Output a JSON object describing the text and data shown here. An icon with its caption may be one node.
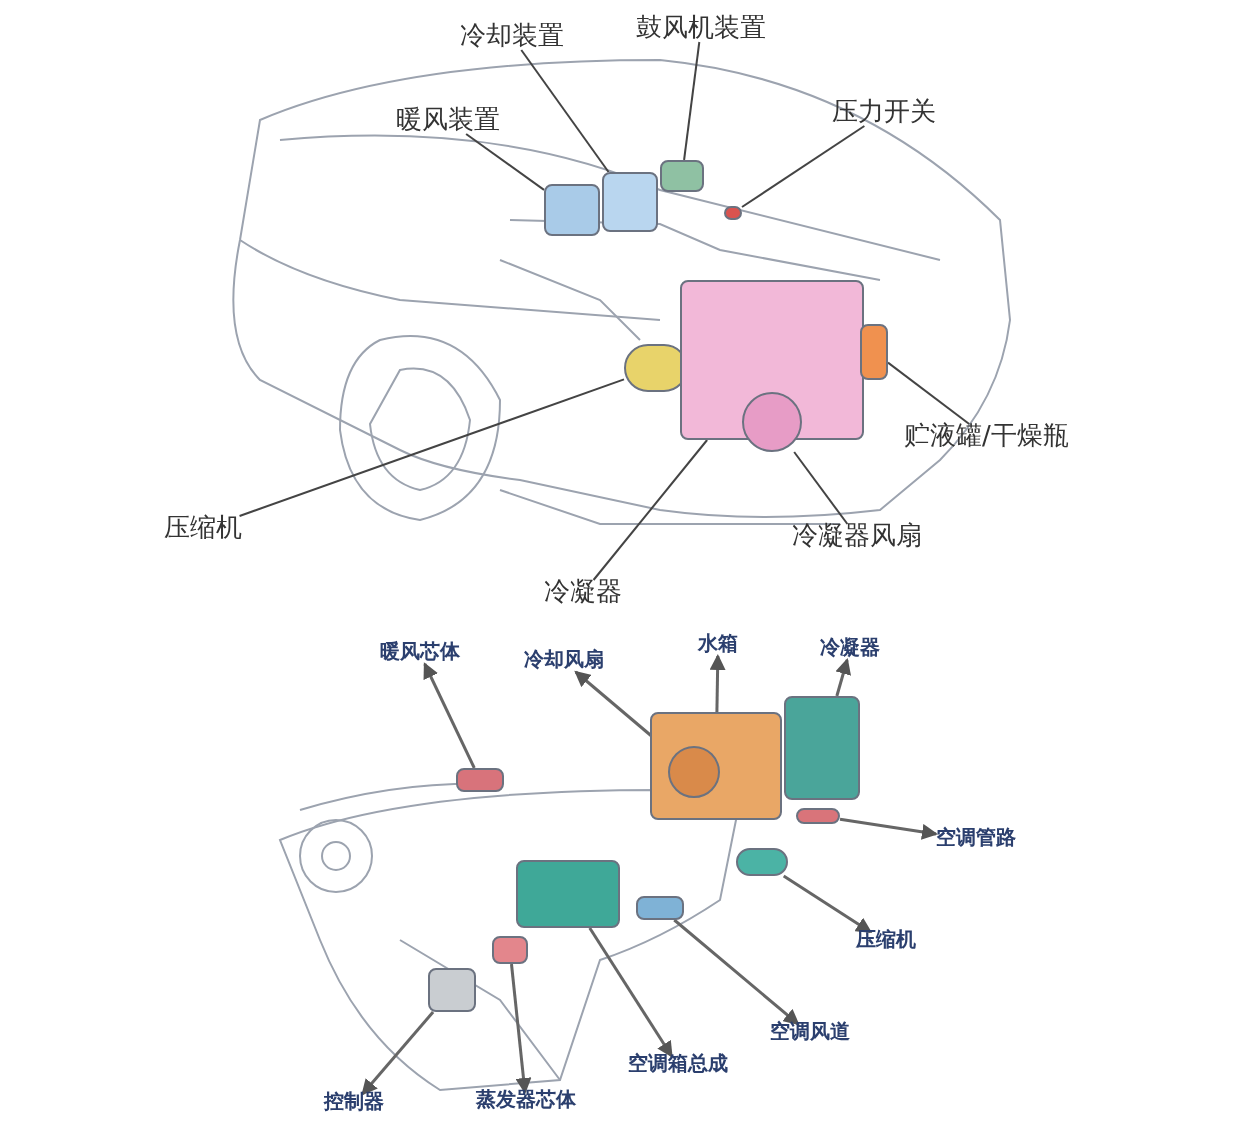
{
  "diagram": {
    "nodes": [
      {
        "text": [
          "冷却装置"
        ]
      },
      {
        "text": [
          "鼓风机装置"
        ]
      },
      {
        "text": [
          "暖风装置"
        ]
      },
      {
        "text": [
          "压力开关"
        ]
      },
      {
        "text": [
          "贮液罐/干燥瓶"
        ]
      },
      {
        "text": [
          "冷凝器风扇"
        ]
      },
      {
        "text": [
          "冷凝器"
        ]
      },
      {
        "text": [
          "压缩机"
        ]
      },
      {
        "text": [],
        "shape": "box"
      },
      {
        "text": [],
        "shape": "box"
      },
      {
        "text": [],
        "shape": "box"
      },
      {
        "text": [],
        "shape": "box"
      },
      {
        "text": [],
        "shape": "circle"
      },
      {
        "text": [],
        "shape": "box"
      },
      {
        "text": [],
        "shape": "circle",
        "in": 13
      },
      {
        "text": [],
        "shape": "box"
      },
      {
        "text": [
          "暖风芯体"
        ]
      },
      {
        "text": [
          "冷却风扇"
        ]
      },
      {
        "text": [
          "水箱"
        ]
      },
      {
        "text": [
          "冷凝器"
        ]
      },
      {
        "text": [
          "空调管路"
        ]
      },
      {
        "text": [
          "压缩机"
        ]
      },
      {
        "text": [
          "空调风道"
        ]
      },
      {
        "text": [
          "空调箱总成"
        ]
      },
      {
        "text": [
          "蒸发器芯体"
        ]
      },
      {
        "text": [
          "控制器"
        ]
      },
      {
        "text": [],
        "shape": "box"
      },
      {
        "text": [],
        "shape": "box"
      },
      {
        "text": [],
        "shape": "circle",
        "in": 27
      },
      {
        "text": [],
        "shape": "box"
      },
      {
        "text": [],
        "shape": "box"
      },
      {
        "text": [],
        "shape": "circle"
      },
      {
        "text": [],
        "shape": "box"
      },
      {
        "text": [],
        "shape": "box"
      },
      {
        "text": [],
        "shape": "box"
      },
      {
        "text": [],
        "shape": "box"
      }
    ],
    "edges": [
      {
        "from": 0,
        "to": 9,
        "arrow": "none"
      },
      {
        "from": 1,
        "to": 10,
        "arrow": "none"
      },
      {
        "from": 2,
        "to": 8,
        "arrow": "none"
      },
      {
        "from": 3,
        "to": 11,
        "arrow": "none"
      },
      {
        "from": 4,
        "to": 15,
        "arrow": "none"
      },
      {
        "from": 5,
        "to": 14,
        "arrow": "none"
      },
      {
        "from": 6,
        "to": 13,
        "arrow": "none"
      },
      {
        "from": 7,
        "to": 12,
        "arrow": "none"
      },
      {
        "from": 26,
        "to": 16,
        "arrow": "to"
      },
      {
        "from": 28,
        "to": 17,
        "arrow": "to"
      },
      {
        "from": 27,
        "to": 18,
        "arrow": "to"
      },
      {
        "from": 29,
        "to": 19,
        "arrow": "to"
      },
      {
        "from": 30,
        "to": 20,
        "arrow": "to"
      },
      {
        "from": 31,
        "to": 21,
        "arrow": "to"
      },
      {
        "from": 32,
        "to": 22,
        "arrow": "to"
      },
      {
        "from": 33,
        "to": 23,
        "arrow": "to"
      },
      {
        "from": 34,
        "to": 24,
        "arrow": "to"
      },
      {
        "from": 35,
        "to": 25,
        "arrow": "to"
      }
    ]
  }
}
